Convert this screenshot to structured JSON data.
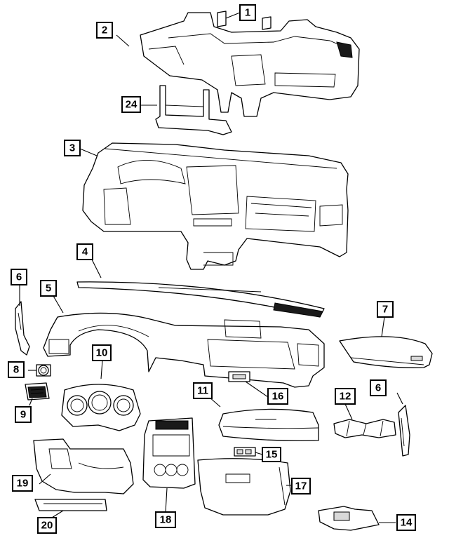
{
  "diagram": {
    "callouts": [
      {
        "id": "c1",
        "label": "1"
      },
      {
        "id": "c2",
        "label": "2"
      },
      {
        "id": "c24",
        "label": "24"
      },
      {
        "id": "c3",
        "label": "3"
      },
      {
        "id": "c4",
        "label": "4"
      },
      {
        "id": "c5",
        "label": "5"
      },
      {
        "id": "c6a",
        "label": "6"
      },
      {
        "id": "c7",
        "label": "7"
      },
      {
        "id": "c8",
        "label": "8"
      },
      {
        "id": "c10",
        "label": "10"
      },
      {
        "id": "c9",
        "label": "9"
      },
      {
        "id": "c11",
        "label": "11"
      },
      {
        "id": "c16",
        "label": "16"
      },
      {
        "id": "c12",
        "label": "12"
      },
      {
        "id": "c6b",
        "label": "6"
      },
      {
        "id": "c15",
        "label": "15"
      },
      {
        "id": "c19",
        "label": "19"
      },
      {
        "id": "c17",
        "label": "17"
      },
      {
        "id": "c18",
        "label": "18"
      },
      {
        "id": "c20",
        "label": "20"
      },
      {
        "id": "c14",
        "label": "14"
      }
    ]
  }
}
